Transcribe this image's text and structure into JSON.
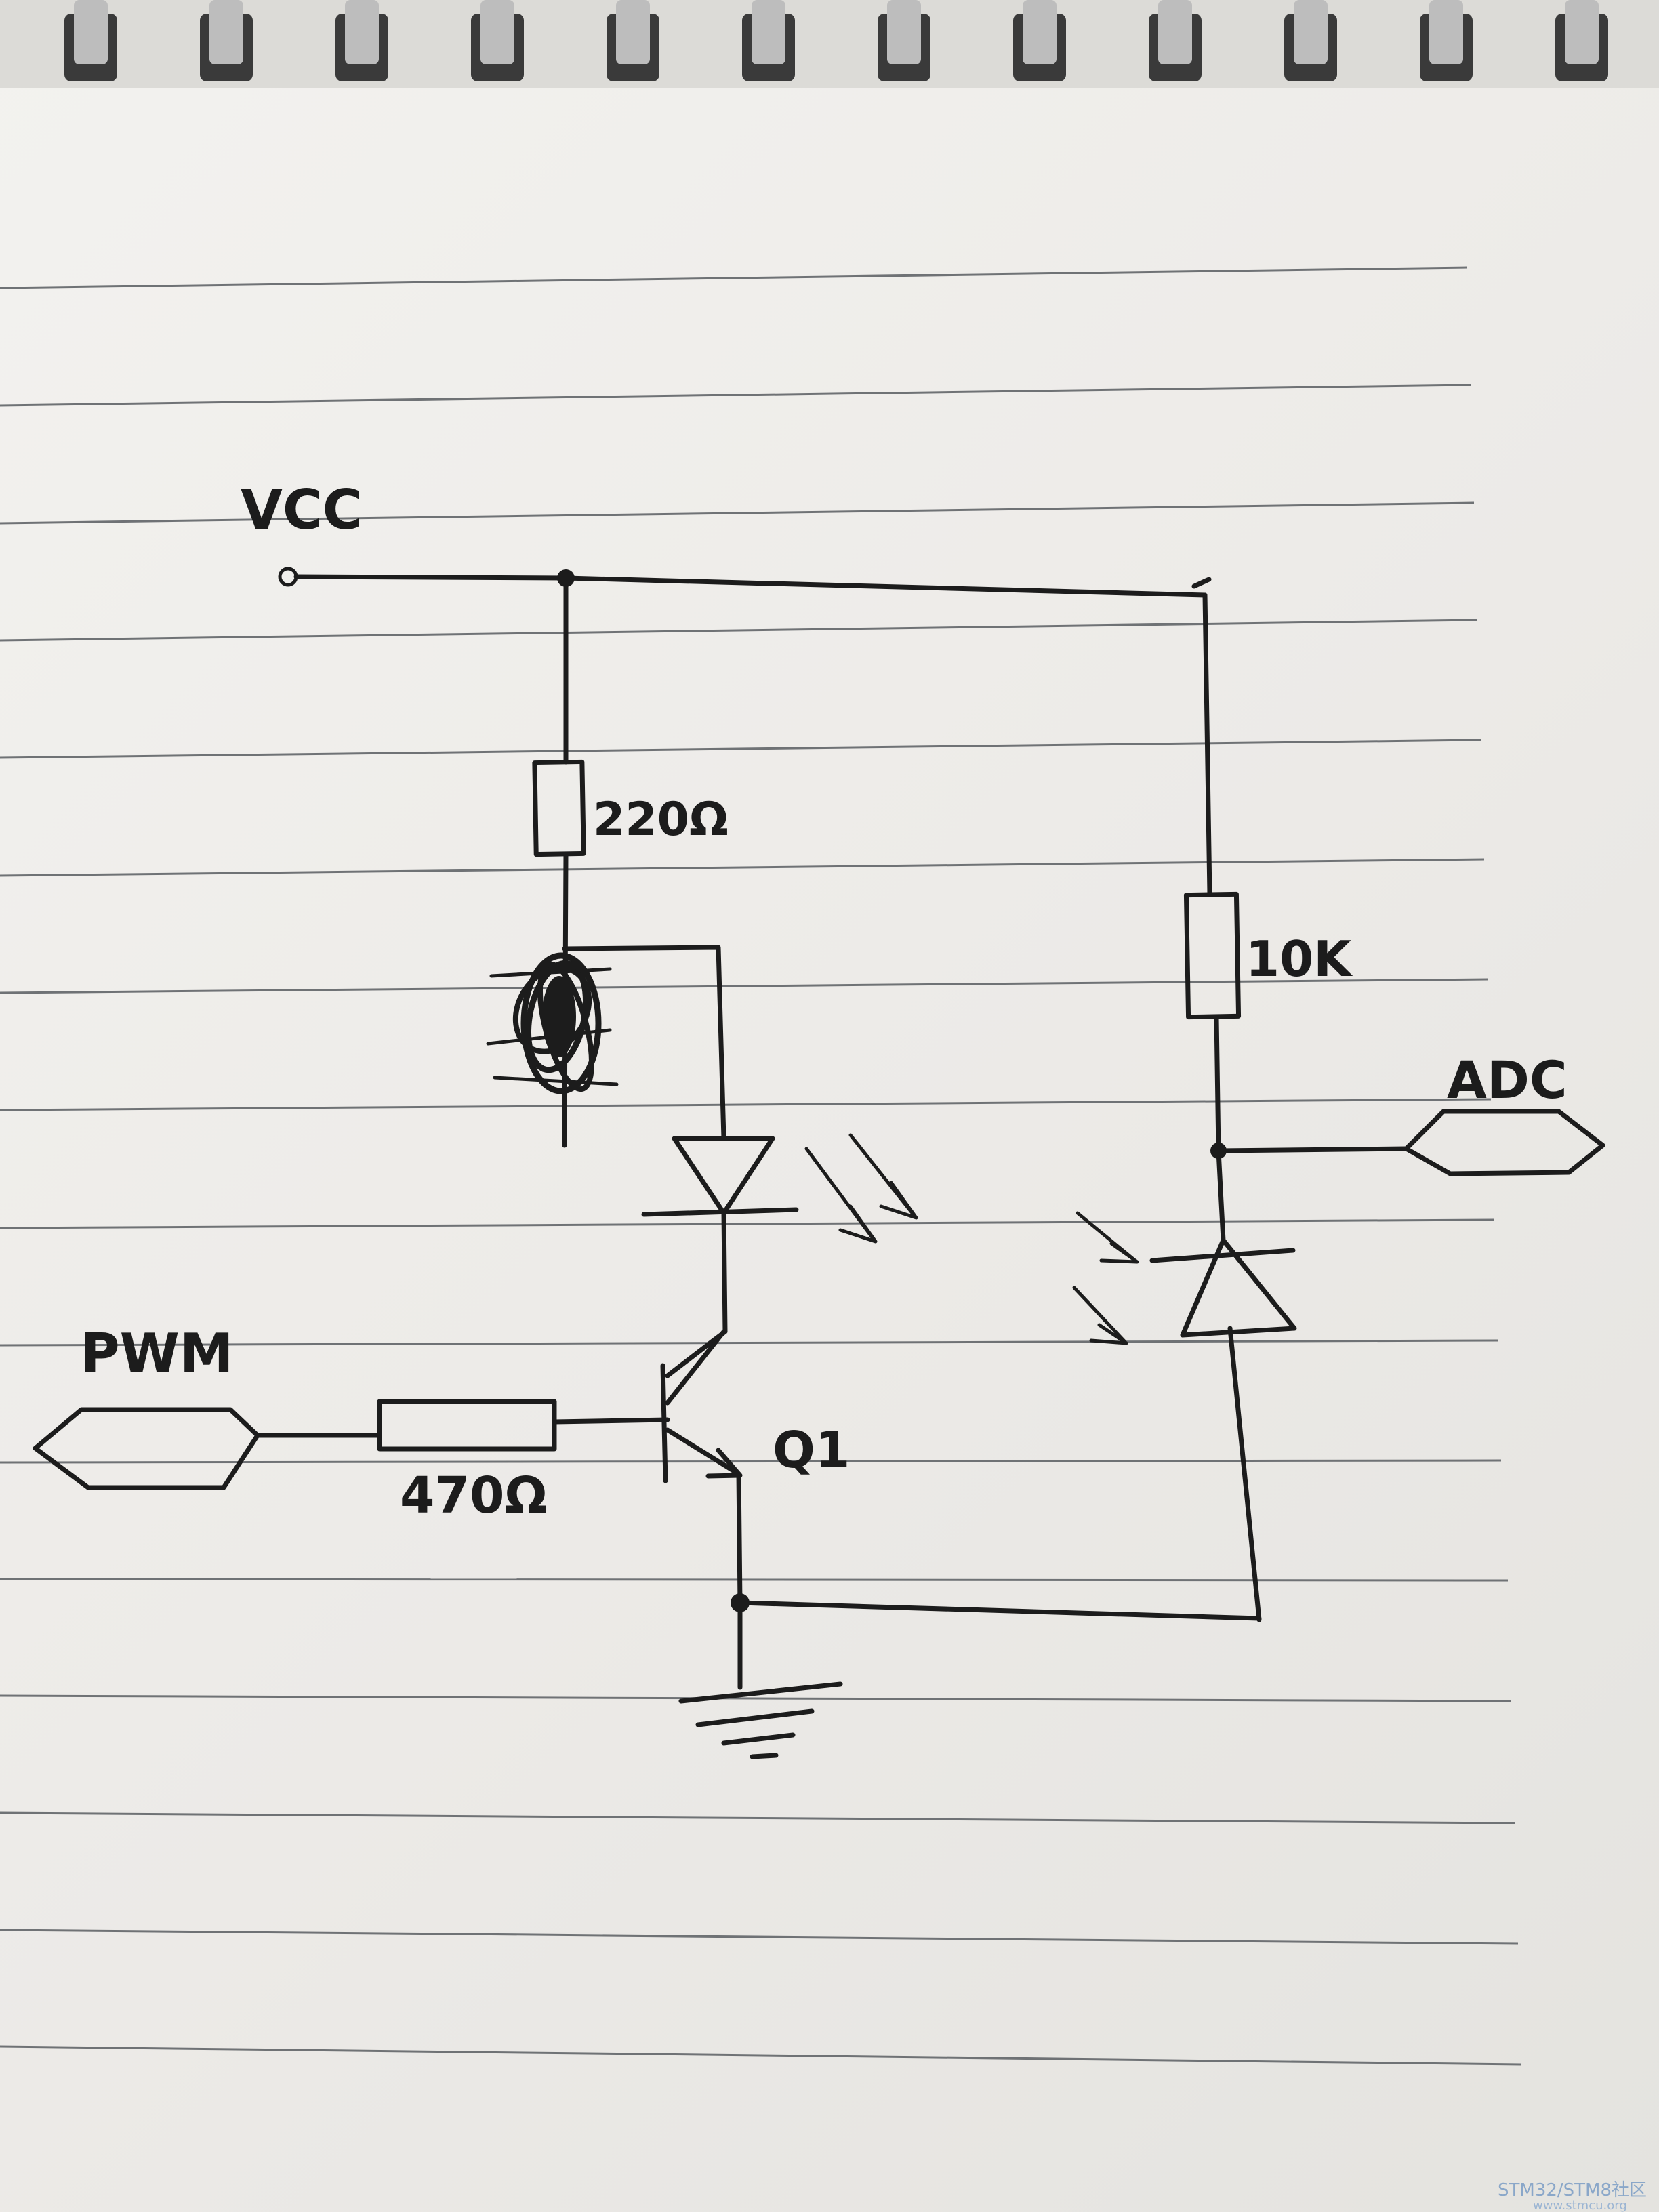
{
  "labels": {
    "vcc": "VCC",
    "r_led": "220Ω",
    "r_sense": "10K",
    "adc": "ADC",
    "pwm": "PWM",
    "r_base": "470Ω",
    "transistor": "Q1"
  },
  "watermark": {
    "line1": "STM32/STM8社区",
    "line2": "www.stmcu.org"
  },
  "colors": {
    "ink": "#1c1c1c",
    "paper": "#f0efec",
    "rule": "#6f7275",
    "watermark": "#8aa7c9"
  }
}
